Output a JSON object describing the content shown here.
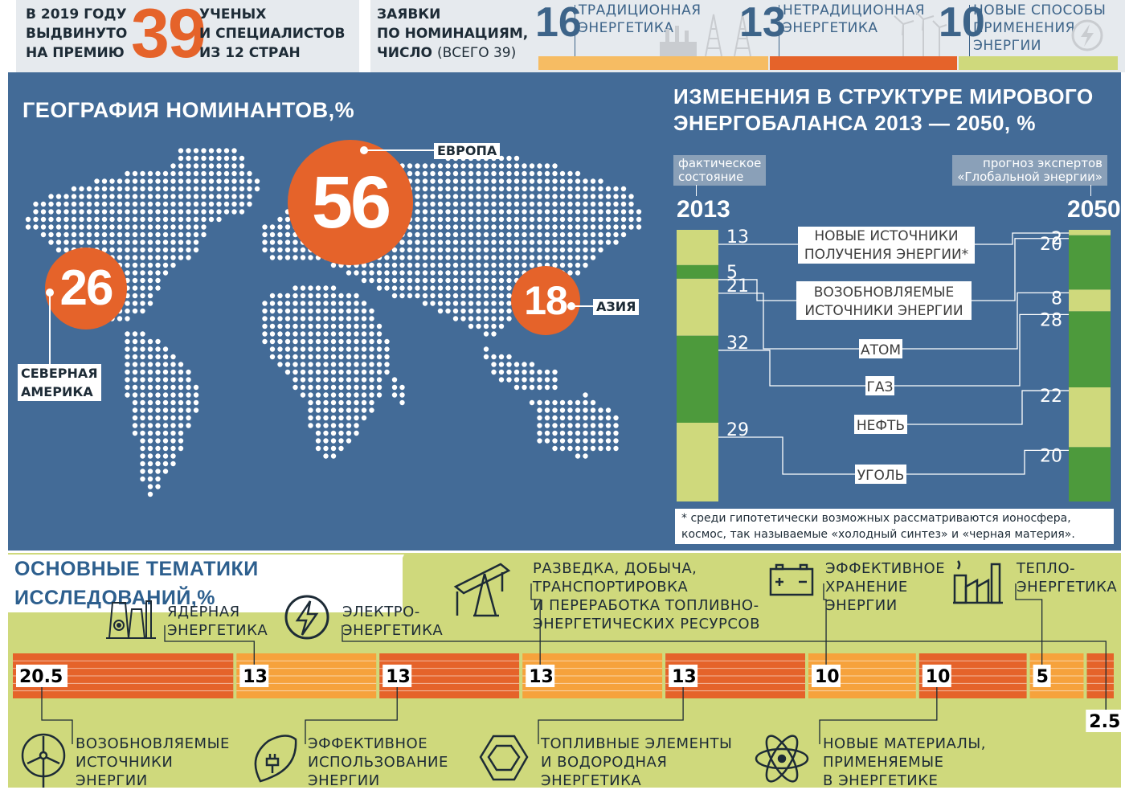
{
  "header": {
    "nominees": {
      "text_left": [
        "В 2019 ГОДУ",
        "ВЫДВИНУТО",
        "НА ПРЕМИЮ"
      ],
      "number": "39",
      "text_right": [
        "УЧЕНЫХ",
        "И СПЕЦИАЛИСТОВ",
        "ИЗ 12 СТРАН"
      ]
    },
    "applications": {
      "lines": [
        "ЗАЯВКИ",
        "ПО НОМИНАЦИЯМ,"
      ],
      "count_label": "ЧИСЛО",
      "count_note": "(ВСЕГО 39)",
      "categories": [
        {
          "value": "16",
          "label_lines": [
            "ТРАДИЦИОННАЯ",
            "ЭНЕРГЕТИКА"
          ],
          "color": "#f6bc63",
          "icon": "power-plant-icon"
        },
        {
          "value": "13",
          "label_lines": [
            "НЕТРАДИЦИОННАЯ",
            "ЭНЕРГЕТИКА"
          ],
          "color": "#e5632a",
          "icon": "wind-turbine-icon"
        },
        {
          "value": "10",
          "label_lines": [
            "НОВЫЕ СПОСОБЫ",
            "ПРИМЕНЕНИЯ",
            "ЭНЕРГИИ"
          ],
          "color": "#cfd97c",
          "icon": "energy-bolt-icon"
        }
      ]
    }
  },
  "geography": {
    "title": "ГЕОГРАФИЯ НОМИНАНТОВ,%",
    "regions": [
      {
        "name": "ЕВРОПА",
        "value": "56"
      },
      {
        "name_lines": [
          "СЕВЕРНАЯ",
          "АМЕРИКА"
        ],
        "value": "26"
      },
      {
        "name": "АЗИЯ",
        "value": "18"
      }
    ]
  },
  "balance": {
    "title_lines": [
      "ИЗМЕНЕНИЯ В СТРУКТУРЕ МИРОВОГО",
      "ЭНЕРГОБАЛАНСА 2013 — 2050, %"
    ],
    "left_note_lines": [
      "фактическое",
      "состояние"
    ],
    "right_note_lines": [
      "прогноз экспертов",
      "«Глобальной энергии»"
    ],
    "year_left": "2013",
    "year_right": "2050",
    "footnote_lines": [
      "* среди гипотетически возможных рассматриваются ионосфера,",
      "космос, так называемые «холодный синтез» и «черная материя»."
    ]
  },
  "themes": {
    "title": "ОСНОВНЫЕ ТЕМАТИКИ ИССЛЕДОВАНИЙ,%",
    "items_top": [
      {
        "label_lines": [
          "ЯДЕРНАЯ",
          "ЭНЕРГЕТИКА"
        ],
        "icon": "nuclear-plant-icon"
      },
      {
        "label_lines": [
          "ЭЛЕКТРО-",
          "ЭНЕРГЕТИКА"
        ],
        "icon": "lightning-icon"
      },
      {
        "label_lines": [
          "РАЗВЕДКА, ДОБЫЧА,",
          "ТРАНСПОРТИРОВКА",
          "И ПЕРЕРАБОТКА ТОПЛИВНО-",
          "ЭНЕРГЕТИЧЕСКИХ РЕСУРСОВ"
        ],
        "icon": "oil-pump-icon"
      },
      {
        "label_lines": [
          "ЭФФЕКТИВНОЕ",
          "ХРАНЕНИЕ",
          "ЭНЕРГИИ"
        ],
        "icon": "battery-icon"
      },
      {
        "label_lines": [
          "ТЕПЛО-",
          "ЭНЕРГЕТИКА"
        ],
        "icon": "heat-plant-icon"
      }
    ],
    "items_bottom": [
      {
        "label_lines": [
          "ВОЗОБНОВЛЯЕМЫЕ",
          "ИСТОЧНИКИ",
          "ЭНЕРГИИ"
        ],
        "icon": "wind-turbine-icon"
      },
      {
        "label_lines": [
          "ЭФФЕКТИВНОЕ",
          "ИСПОЛЬЗОВАНИЕ",
          "ЭНЕРГИИ"
        ],
        "icon": "eco-plug-icon"
      },
      {
        "label_lines": [
          "ТОПЛИВНЫЕ ЭЛЕМЕНТЫ",
          "И ВОДОРОДНАЯ",
          "ЭНЕРГЕТИКА"
        ],
        "icon": "hydrogen-cell-icon"
      },
      {
        "label_lines": [
          "НОВЫЕ МАТЕРИАЛЫ,",
          "ПРИМЕНЯЕМЫЕ",
          "В ЭНЕРГЕТИКЕ"
        ],
        "icon": "atom-icon"
      }
    ]
  },
  "chart_data": [
    {
      "type": "bar",
      "title": "ЗАЯВКИ ПО НОМИНАЦИЯМ, ЧИСЛО (ВСЕГО 39)",
      "categories": [
        "ТРАДИЦИОННАЯ ЭНЕРГЕТИКА",
        "НЕТРАДИЦИОННАЯ ЭНЕРГЕТИКА",
        "НОВЫЕ СПОСОБЫ ПРИМЕНЕНИЯ ЭНЕРГИИ"
      ],
      "values": [
        16,
        13,
        10
      ],
      "colors": [
        "#f6bc63",
        "#e5632a",
        "#cfd97c"
      ]
    },
    {
      "type": "bubble",
      "title": "ГЕОГРАФИЯ НОМИНАНТОВ,%",
      "categories": [
        "ЕВРОПА",
        "СЕВЕРНАЯ АМЕРИКА",
        "АЗИЯ"
      ],
      "values": [
        56,
        26,
        18
      ]
    },
    {
      "type": "bar",
      "stacked": true,
      "title": "ИЗМЕНЕНИЯ В СТРУКТУРЕ МИРОВОГО ЭНЕРГОБАЛАНСА 2013 — 2050, %",
      "categories": [
        "2013",
        "2050"
      ],
      "series": [
        {
          "name": "НОВЫЕ ИСТОЧНИКИ ПОЛУЧЕНИЯ ЭНЕРГИИ*",
          "values": [
            13,
            2
          ]
        },
        {
          "name": "ВОЗОБНОВЛЯЕМЫЕ ИСТОЧНИКИ ЭНЕРГИИ",
          "values": [
            5,
            20
          ]
        },
        {
          "name": "АТОМ",
          "values": [
            21,
            8
          ]
        },
        {
          "name": "ГАЗ",
          "values": [
            32,
            28
          ]
        },
        {
          "name": "НЕФТЬ",
          "values": [
            null,
            22
          ]
        },
        {
          "name": "УГОЛЬ",
          "values": [
            29,
            20
          ]
        }
      ],
      "colors": [
        "#cfd97c",
        "#4d9a3c"
      ]
    },
    {
      "type": "bar",
      "title": "ОСНОВНЫЕ ТЕМАТИКИ ИССЛЕДОВАНИЙ,%",
      "categories": [
        "ВОЗОБНОВЛЯЕМЫЕ ИСТОЧНИКИ ЭНЕРГИИ",
        "ЯДЕРНАЯ ЭНЕРГЕТИКА",
        "ЭФФЕКТИВНОЕ ИСПОЛЬЗОВАНИЕ ЭНЕРГИИ",
        "РАЗВЕДКА, ДОБЫЧА, ТРАНСПОРТИРОВКА И ПЕРЕРАБОТКА ТОПЛИВНО-ЭНЕРГЕТИЧЕСКИХ РЕСУРСОВ",
        "ТОПЛИВНЫЕ ЭЛЕМЕНТЫ И ВОДОРОДНАЯ ЭНЕРГЕТИКА",
        "ЭФФЕКТИВНОЕ ХРАНЕНИЕ ЭНЕРГИИ",
        "НОВЫЕ МАТЕРИАЛЫ, ПРИМЕНЯЕМЫЕ В ЭНЕРГЕТИКЕ",
        "ТЕПЛОЭНЕРГЕТИКА",
        "ЭЛЕКТРОЭНЕРГЕТИКА"
      ],
      "values": [
        20.5,
        13,
        13,
        13,
        13,
        10,
        10,
        5,
        2.5
      ],
      "value_labels": [
        "20.5",
        "13",
        "13",
        "13",
        "13",
        "10",
        "10",
        "5",
        "2.5"
      ],
      "colors": [
        "#e5632a",
        "#f6a23c"
      ]
    }
  ]
}
